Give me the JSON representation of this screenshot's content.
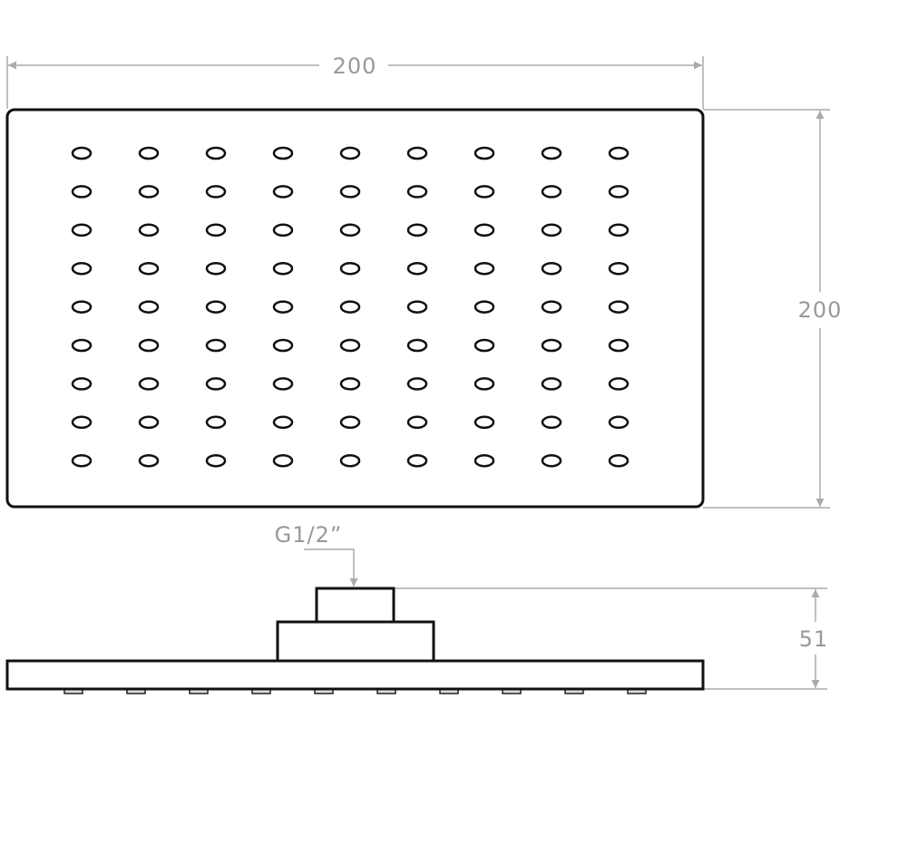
{
  "dimensions": {
    "width_label": "200",
    "height_label": "200",
    "depth_label": "51",
    "connection_label": "G1/2”"
  },
  "plate": {
    "hole_columns": 9,
    "hole_rows": 9,
    "side_nozzles": 10
  },
  "colors": {
    "outline": "#111111",
    "dimension": "#999999"
  }
}
